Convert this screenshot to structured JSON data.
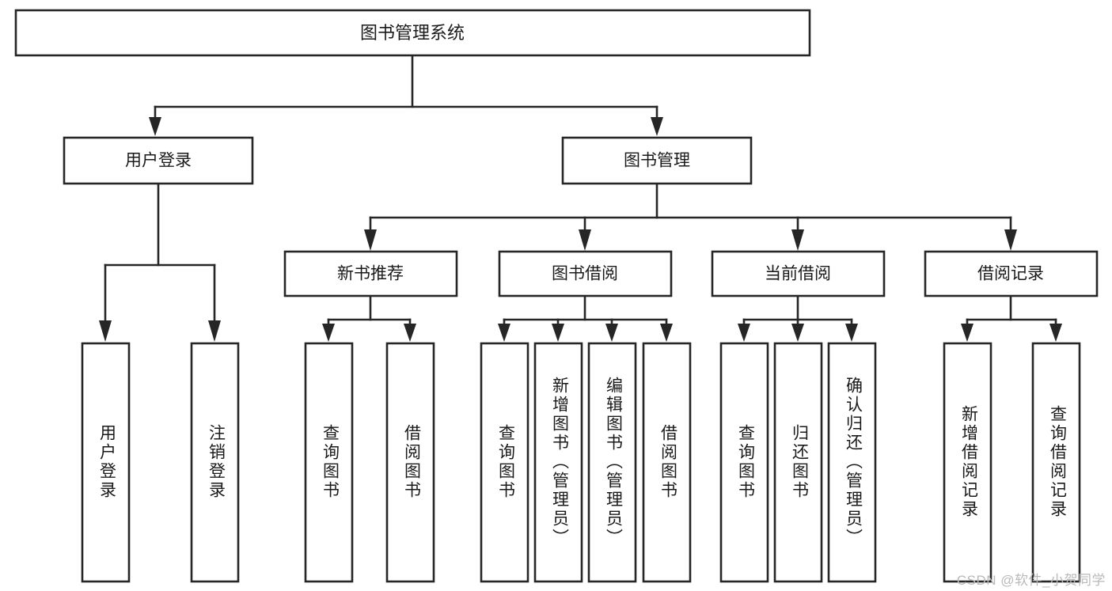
{
  "diagram": {
    "type": "tree",
    "title": "图书管理系统",
    "watermark": "CSDN @软件_小贺同学",
    "nodes": {
      "root": {
        "label": "图书管理系统",
        "level": 0
      },
      "user_login": {
        "label": "用户登录",
        "level": 1
      },
      "book_manage": {
        "label": "图书管理",
        "level": 1
      },
      "new_book_rec": {
        "label": "新书推荐",
        "level": 2
      },
      "book_borrow": {
        "label": "图书借阅",
        "level": 2
      },
      "current_borrow": {
        "label": "当前借阅",
        "level": 2
      },
      "borrow_record": {
        "label": "借阅记录",
        "level": 2
      },
      "leaf_user_login": {
        "label": "用户登录",
        "level": 3,
        "parent": "user_login"
      },
      "leaf_logout": {
        "label": "注销登录",
        "level": 3,
        "parent": "user_login"
      },
      "leaf_query_book_1": {
        "label": "查询图书",
        "level": 3,
        "parent": "new_book_rec"
      },
      "leaf_borrow_book_1": {
        "label": "借阅图书",
        "level": 3,
        "parent": "new_book_rec"
      },
      "leaf_query_book_2": {
        "label": "查询图书",
        "level": 3,
        "parent": "book_borrow"
      },
      "leaf_add_book": {
        "label": "新增图书（管理员）",
        "level": 3,
        "parent": "book_borrow"
      },
      "leaf_edit_book": {
        "label": "编辑图书（管理员）",
        "level": 3,
        "parent": "book_borrow"
      },
      "leaf_borrow_book_2": {
        "label": "借阅图书",
        "level": 3,
        "parent": "book_borrow"
      },
      "leaf_query_book_3": {
        "label": "查询图书",
        "level": 3,
        "parent": "current_borrow"
      },
      "leaf_return_book": {
        "label": "归还图书",
        "level": 3,
        "parent": "current_borrow"
      },
      "leaf_confirm_return": {
        "label": "确认归还（管理员）",
        "level": 3,
        "parent": "current_borrow"
      },
      "leaf_add_record": {
        "label": "新增借阅记录",
        "level": 3,
        "parent": "borrow_record"
      },
      "leaf_query_record": {
        "label": "查询借阅记录",
        "level": 3,
        "parent": "borrow_record"
      }
    },
    "colors": {
      "stroke": "#262626",
      "fill": "#ffffff",
      "text": "#1a1a1a",
      "watermark": "#b9b9b9"
    }
  }
}
